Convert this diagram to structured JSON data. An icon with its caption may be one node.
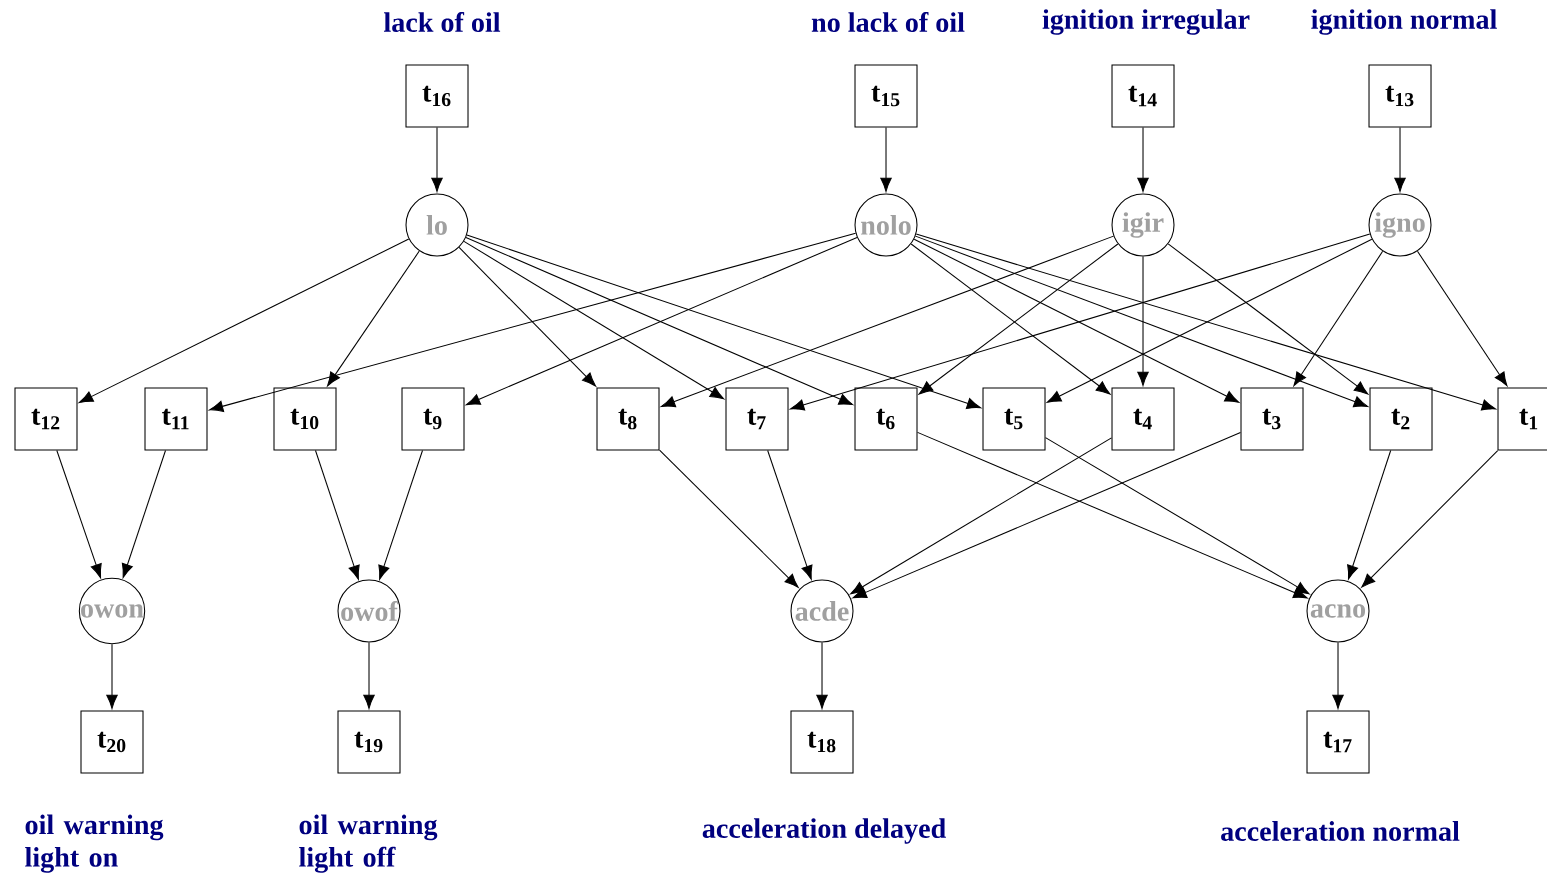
{
  "diagram": {
    "nodes": [
      {
        "text": [
          "t$_{16}$"
        ],
        "beside": [
          "lack of oil"
        ]
      },
      {
        "text": [
          "t$_{15}$"
        ],
        "beside": [
          "no lack of oil"
        ]
      },
      {
        "text": [
          "t$_{14}$"
        ],
        "beside": [
          "ignition irregular"
        ]
      },
      {
        "text": [
          "t$_{13}$"
        ],
        "beside": [
          "ignition normal"
        ]
      },
      {
        "text": [
          "lo"
        ]
      },
      {
        "text": [
          "nolo"
        ]
      },
      {
        "text": [
          "igir"
        ]
      },
      {
        "text": [
          "igno"
        ]
      },
      {
        "text": [
          "t$_{12}$"
        ]
      },
      {
        "text": [
          "t$_{11}$"
        ]
      },
      {
        "text": [
          "t$_{10}$"
        ]
      },
      {
        "text": [
          "t$_{9}$"
        ]
      },
      {
        "text": [
          "t$_{8}$"
        ]
      },
      {
        "text": [
          "t$_{7}$"
        ]
      },
      {
        "text": [
          "t$_{6}$"
        ]
      },
      {
        "text": [
          "t$_{5}$"
        ]
      },
      {
        "text": [
          "t$_{4}$"
        ]
      },
      {
        "text": [
          "t$_{3}$"
        ]
      },
      {
        "text": [
          "t$_{2}$"
        ]
      },
      {
        "text": [
          "t$_{1}$"
        ]
      },
      {
        "text": [
          "owon"
        ]
      },
      {
        "text": [
          "owof"
        ]
      },
      {
        "text": [
          "acde"
        ]
      },
      {
        "text": [
          "acno"
        ]
      },
      {
        "text": [
          "t$_{20}$"
        ],
        "beside": [
          "oil warning light on"
        ]
      },
      {
        "text": [
          "t$_{19}$"
        ],
        "beside": [
          "oil warning light off"
        ]
      },
      {
        "text": [
          "t$_{18}$"
        ],
        "beside": [
          "acceleration delayed"
        ]
      },
      {
        "text": [
          "t$_{17}$"
        ],
        "beside": [
          "acceleration normal"
        ]
      }
    ],
    "edges": [
      {
        "from": 0,
        "to": 4,
        "arrow": "to"
      },
      {
        "from": 1,
        "to": 5,
        "arrow": "to"
      },
      {
        "from": 2,
        "to": 6,
        "arrow": "to"
      },
      {
        "from": 3,
        "to": 7,
        "arrow": "to"
      },
      {
        "from": 4,
        "to": 8,
        "arrow": "to"
      },
      {
        "from": 4,
        "to": 10,
        "arrow": "to"
      },
      {
        "from": 4,
        "to": 12,
        "arrow": "to"
      },
      {
        "from": 4,
        "to": 13,
        "arrow": "to"
      },
      {
        "from": 4,
        "to": 14,
        "arrow": "to"
      },
      {
        "from": 4,
        "to": 15,
        "arrow": "to"
      },
      {
        "from": 5,
        "to": 9,
        "arrow": "to"
      },
      {
        "from": 5,
        "to": 11,
        "arrow": "to"
      },
      {
        "from": 5,
        "to": 16,
        "arrow": "to"
      },
      {
        "from": 5,
        "to": 17,
        "arrow": "to"
      },
      {
        "from": 5,
        "to": 18,
        "arrow": "to"
      },
      {
        "from": 5,
        "to": 19,
        "arrow": "to"
      },
      {
        "from": 6,
        "to": 12,
        "arrow": "to"
      },
      {
        "from": 6,
        "to": 14,
        "arrow": "to"
      },
      {
        "from": 6,
        "to": 16,
        "arrow": "to"
      },
      {
        "from": 6,
        "to": 18,
        "arrow": "to"
      },
      {
        "from": 7,
        "to": 13,
        "arrow": "to"
      },
      {
        "from": 7,
        "to": 15,
        "arrow": "to"
      },
      {
        "from": 7,
        "to": 17,
        "arrow": "to"
      },
      {
        "from": 7,
        "to": 19,
        "arrow": "to"
      },
      {
        "from": 8,
        "to": 20,
        "arrow": "to"
      },
      {
        "from": 9,
        "to": 20,
        "arrow": "to"
      },
      {
        "from": 10,
        "to": 21,
        "arrow": "to"
      },
      {
        "from": 11,
        "to": 21,
        "arrow": "to"
      },
      {
        "from": 12,
        "to": 22,
        "arrow": "to"
      },
      {
        "from": 13,
        "to": 22,
        "arrow": "to"
      },
      {
        "from": 16,
        "to": 22,
        "arrow": "to"
      },
      {
        "from": 17,
        "to": 22,
        "arrow": "to"
      },
      {
        "from": 14,
        "to": 23,
        "arrow": "to"
      },
      {
        "from": 15,
        "to": 23,
        "arrow": "to"
      },
      {
        "from": 18,
        "to": 23,
        "arrow": "to"
      },
      {
        "from": 19,
        "to": 23,
        "arrow": "to"
      },
      {
        "from": 20,
        "to": 24,
        "arrow": "to"
      },
      {
        "from": 21,
        "to": 25,
        "arrow": "to"
      },
      {
        "from": 22,
        "to": 26,
        "arrow": "to"
      },
      {
        "from": 23,
        "to": 27,
        "arrow": "to"
      }
    ]
  }
}
